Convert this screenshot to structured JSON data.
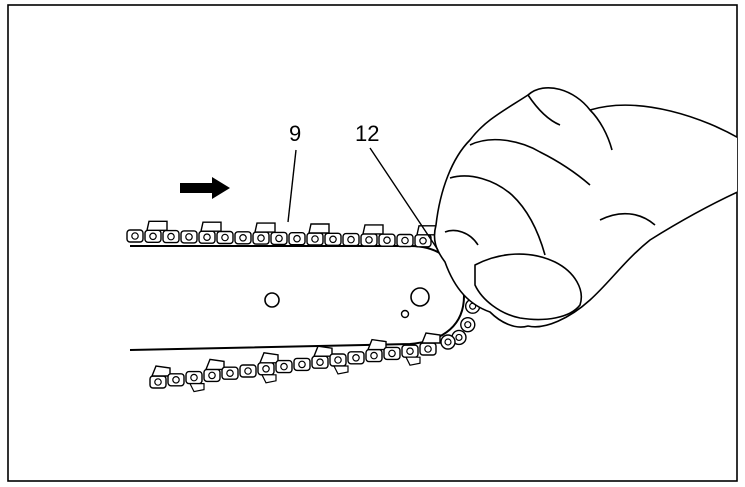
{
  "figure": {
    "callouts": [
      {
        "id": "chain",
        "text": "9"
      },
      {
        "id": "drive-link",
        "text": "12"
      }
    ],
    "direction_indicator": "arrow-right-icon",
    "line_color": "#000000",
    "fill_color": "#ffffff"
  }
}
